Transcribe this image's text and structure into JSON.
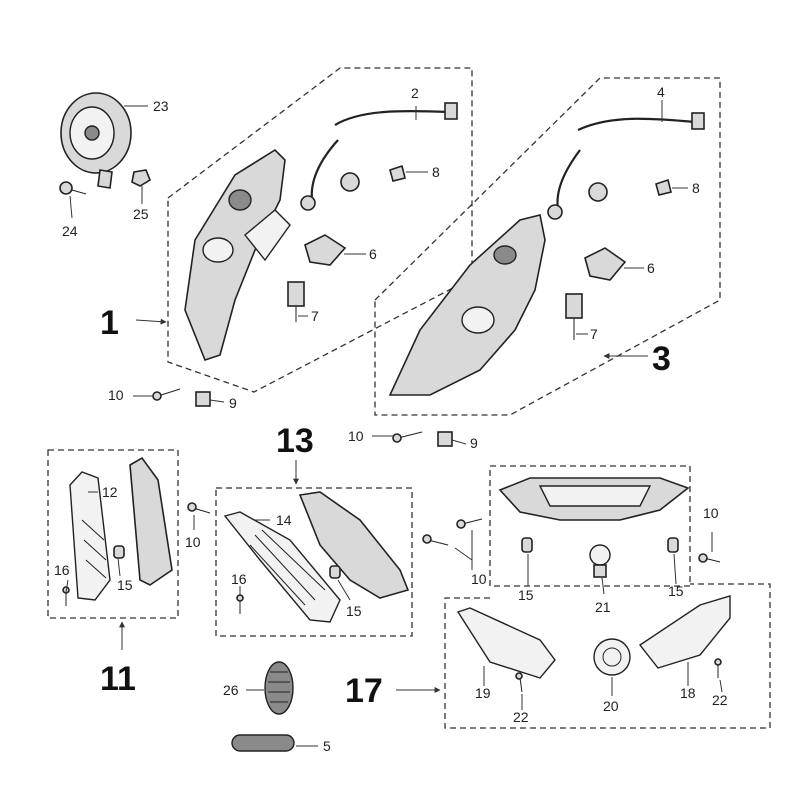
{
  "diagram": {
    "group_labels": [
      "1",
      "3",
      "11",
      "13",
      "17"
    ],
    "part_labels": [
      "2",
      "4",
      "5",
      "6",
      "6",
      "7",
      "7",
      "8",
      "8",
      "9",
      "9",
      "10",
      "10",
      "10",
      "10",
      "10",
      "12",
      "14",
      "15",
      "15",
      "15",
      "15",
      "16",
      "16",
      "18",
      "19",
      "20",
      "21",
      "22",
      "22",
      "23",
      "24",
      "25",
      "26"
    ]
  }
}
